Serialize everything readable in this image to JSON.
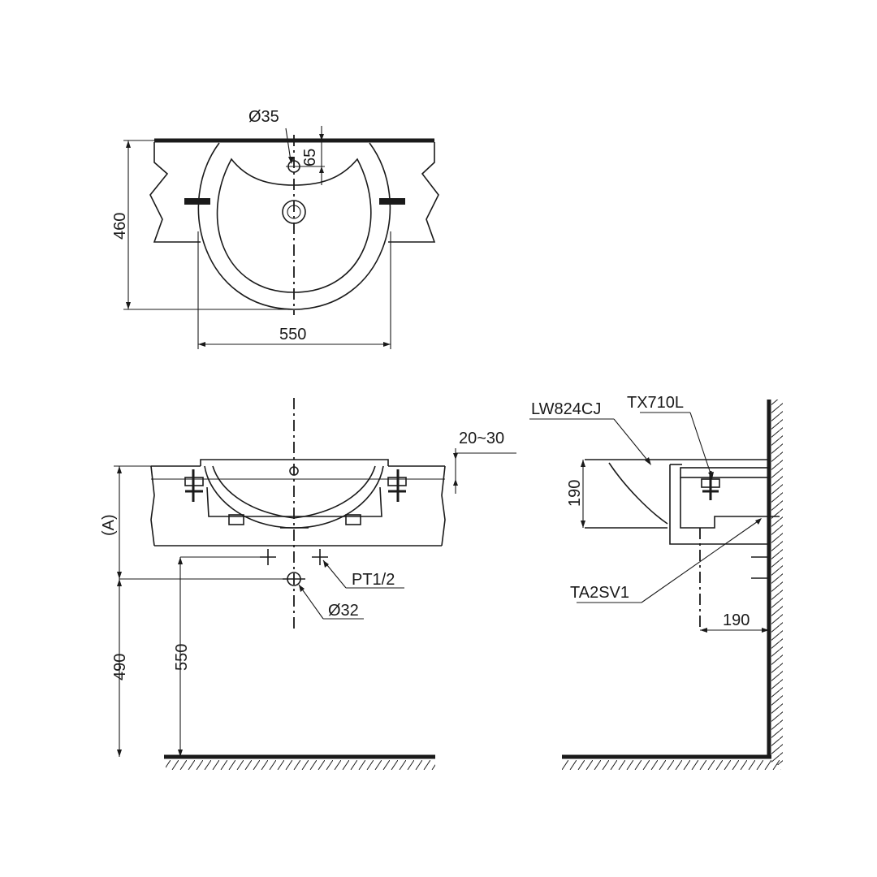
{
  "top_view": {
    "hole_diameter": "Ø35",
    "hole_offset": "65",
    "depth": "460",
    "width": "550"
  },
  "front_view": {
    "mount_gap": "20~30",
    "height_a": "(A)",
    "supply_thread": "PT1/2",
    "drain_diameter": "Ø32",
    "drain_height": "490",
    "supply_height": "550"
  },
  "side_view": {
    "basin_model": "LW824CJ",
    "faucet_model": "TX710L",
    "trap_model": "TA2SV1",
    "basin_height": "190",
    "trap_offset": "190"
  }
}
